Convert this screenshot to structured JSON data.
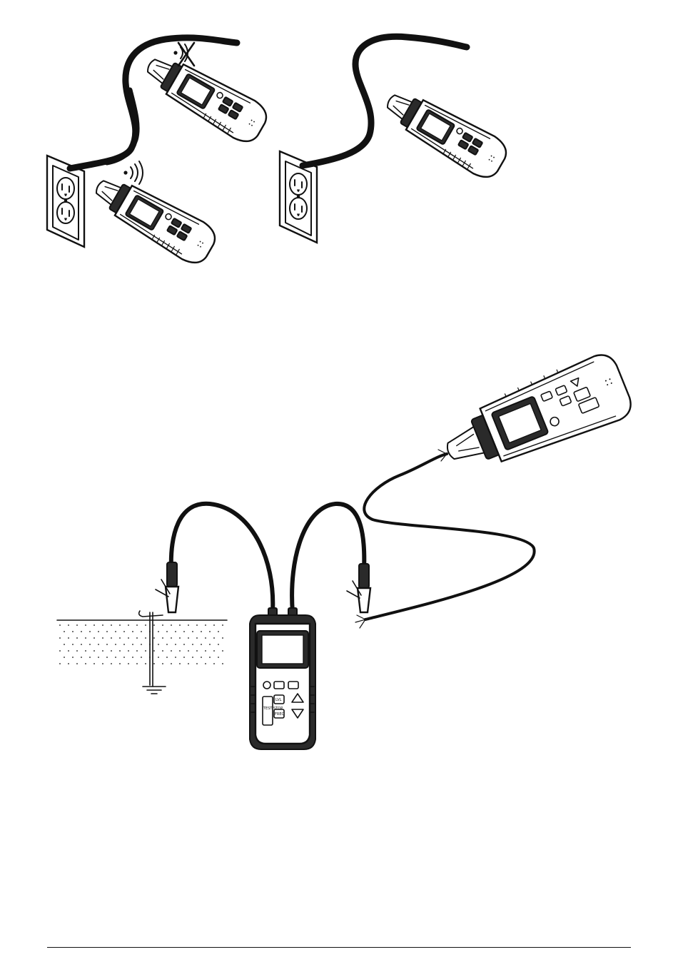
{
  "colors": {
    "ink": "#111111",
    "body": "#ffffff",
    "dark": "#2a2a2a"
  },
  "icons": {
    "signal_ok": "sound-waves-icon",
    "signal_no": "no-signal-icon",
    "ground": "earth-ground-icon"
  },
  "transmitter": {
    "test_stop_label": "TEST STOP",
    "level_label": "LVL",
    "freq_label": "FREQ"
  }
}
